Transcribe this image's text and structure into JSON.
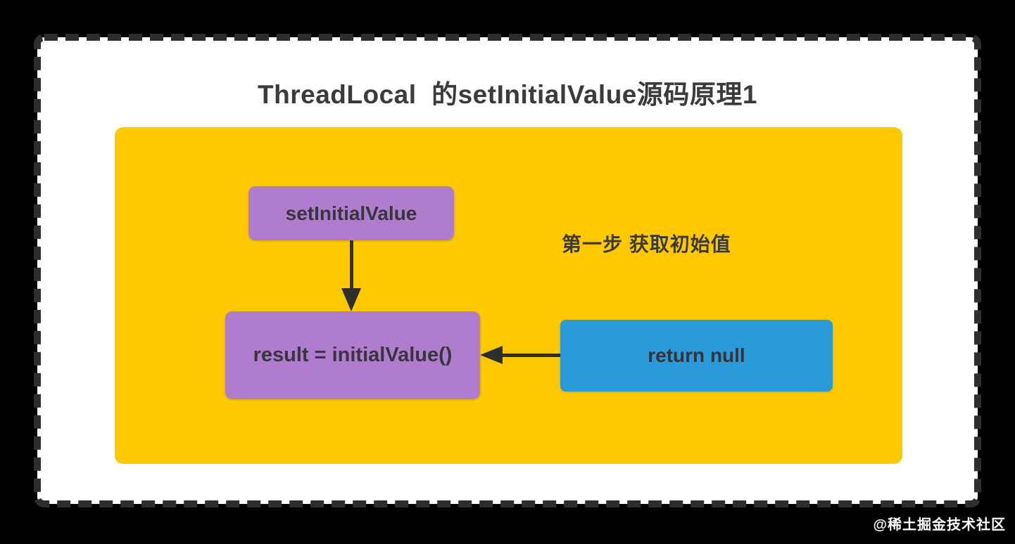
{
  "page": {
    "title": "ThreadLocal  的setInitialValue源码原理1"
  },
  "diagram": {
    "background_color": "#FEC901",
    "arrow_color": "#2E2E2E",
    "frame_border_color": "#2E2E2E",
    "step_label": "第一步 获取初始值",
    "nodes": [
      {
        "id": "set-initial-value",
        "label": "setInitialValue",
        "color": "#AF7CCE"
      },
      {
        "id": "result",
        "label": "result = initialValue()",
        "color": "#AF7CCE"
      },
      {
        "id": "return-null",
        "label": "return null",
        "color": "#2B9AD9"
      }
    ],
    "edges": [
      {
        "from": "set-initial-value",
        "to": "result",
        "direction": "down"
      },
      {
        "from": "return-null",
        "to": "result",
        "direction": "left"
      }
    ]
  },
  "watermark": {
    "label": "@稀土掘金技术社区"
  }
}
